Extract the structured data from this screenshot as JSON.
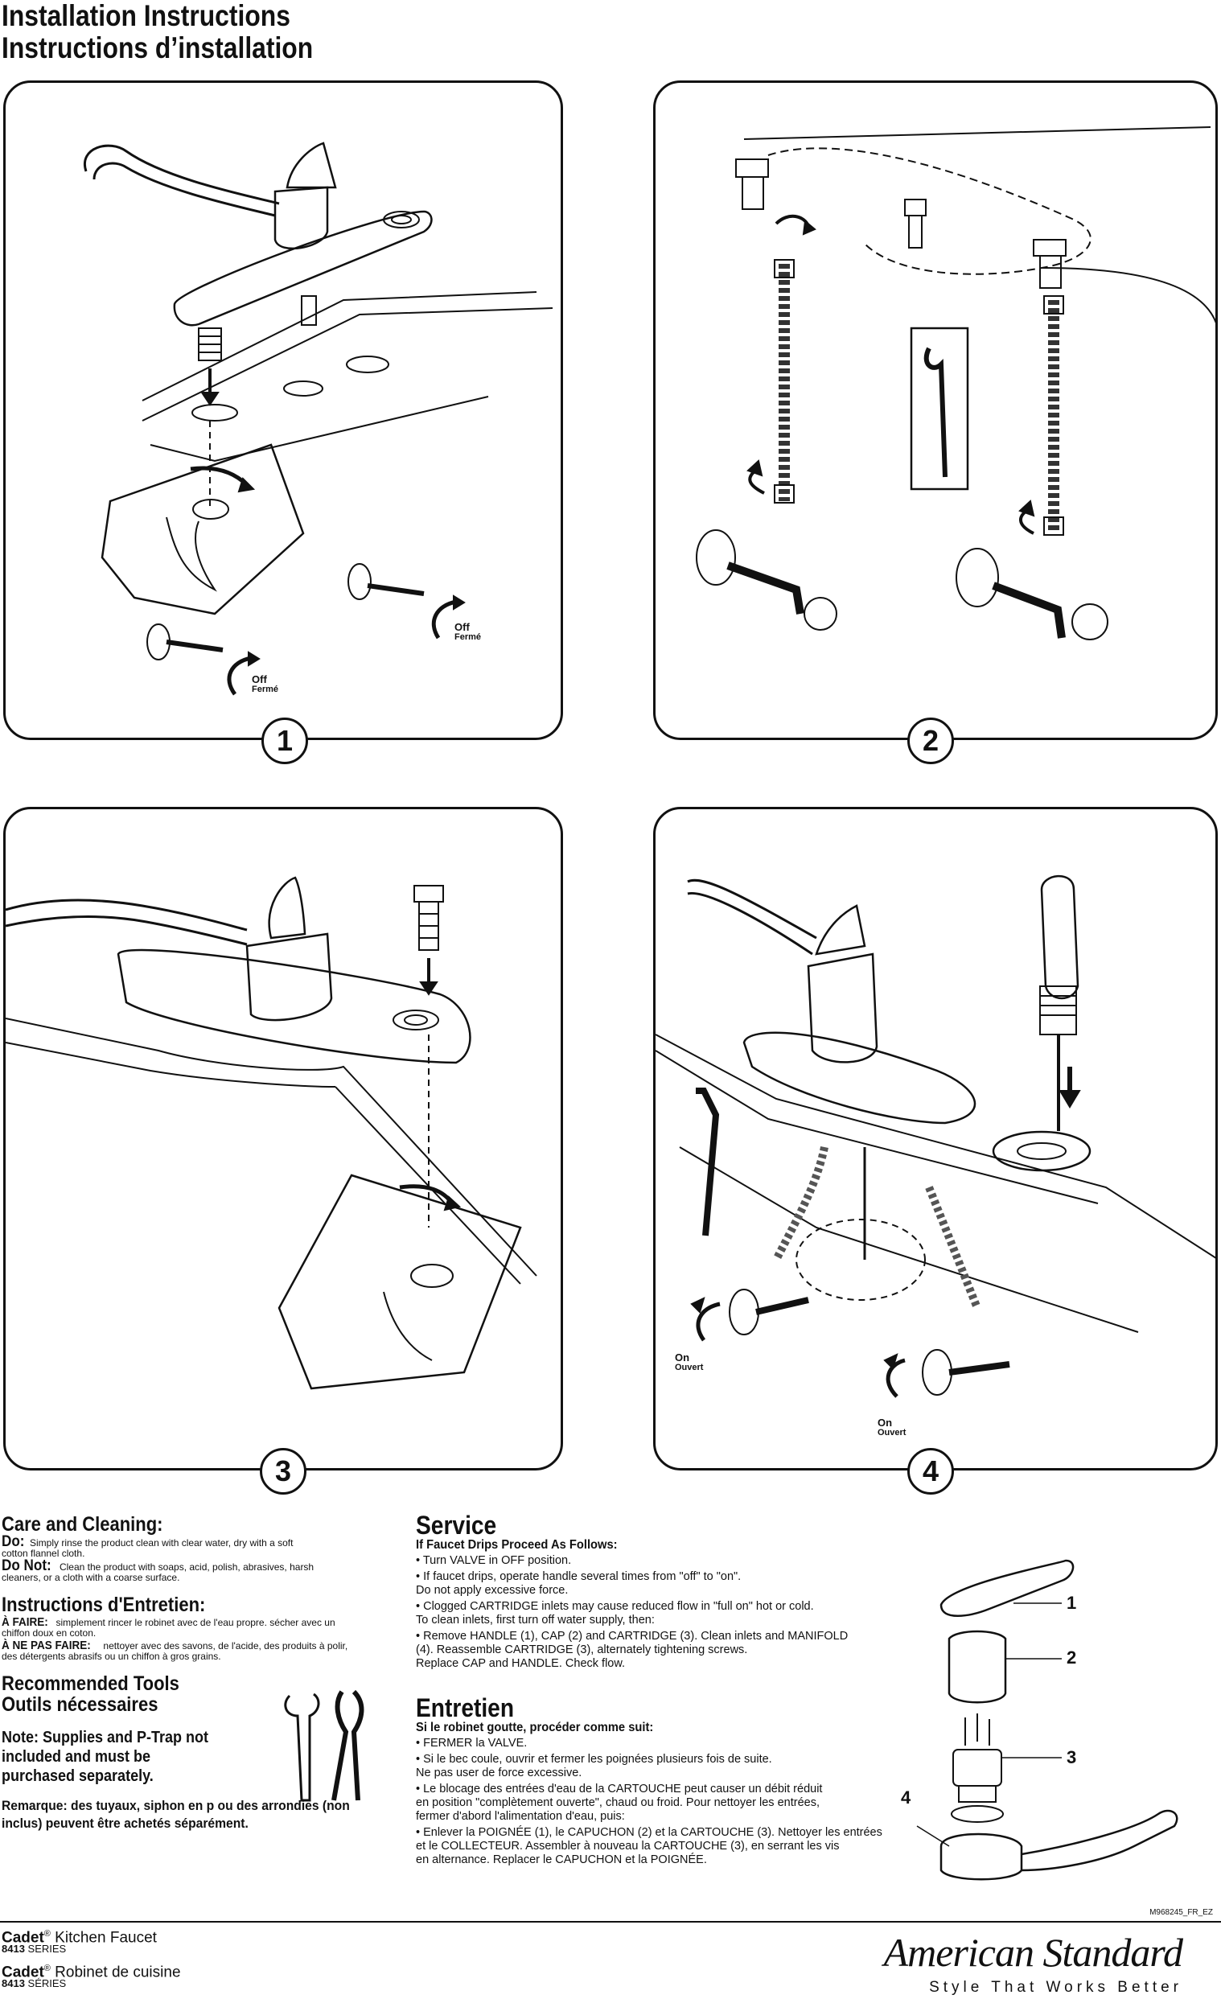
{
  "header": {
    "title_en": "Installation Instructions",
    "title_fr": "Instructions d’installation"
  },
  "steps": [
    {
      "number": "1",
      "callouts": [
        {
          "en": "Off",
          "fr": "Fermé"
        },
        {
          "en": "Off",
          "fr": "Fermé"
        }
      ]
    },
    {
      "number": "2"
    },
    {
      "number": "3"
    },
    {
      "number": "4",
      "callouts": [
        {
          "en": "On",
          "fr": "Ouvert"
        },
        {
          "en": "On",
          "fr": "Ouvert"
        }
      ]
    }
  ],
  "care": {
    "heading_en": "Care and Cleaning:",
    "do_label": "Do:",
    "do_text": "Simply rinse the product clean with clear water, dry with a soft cotton flannel cloth.",
    "dont_label": "Do Not:",
    "dont_text": "Clean the product with soaps, acid, polish, abrasives, harsh cleaners, or a cloth with a coarse surface.",
    "heading_fr": "Instructions d'Entretien:",
    "afaire_label": "À FAIRE:",
    "afaire_text": "simplement rincer le robinet avec de l'eau propre. sécher avec un chiffon doux en coton.",
    "apasfaire_label": "À NE PAS FAIRE:",
    "apasfaire_text": "nettoyer avec des savons, de l'acide, des produits à polir, des détergents abrasifs ou un chiffon à gros grains.",
    "tools_en": "Recommended Tools",
    "tools_fr": "Outils nécessaires",
    "note_en": "Note: Supplies and P-Trap not included and must be purchased separately.",
    "note_fr": "Remarque: des tuyaux, siphon en p ou des arrondies (non inclus) peuvent être achetés séparément."
  },
  "service": {
    "heading": "Service",
    "subheading": "If Faucet Drips Proceed As Follows:",
    "items": [
      "• Turn VALVE in OFF position.",
      "• If faucet drips, operate handle several times from \"off\" to \"on\".\n   Do not apply excessive force.",
      "• Clogged CARTRIDGE inlets may cause reduced flow in \"full on\" hot or cold.\n   To clean inlets, first turn off water supply, then:",
      "• Remove HANDLE (1), CAP (2) and CARTRIDGE (3). Clean inlets and MANIFOLD\n   (4). Reassemble CARTRIDGE (3), alternately tightening screws.\n   Replace CAP and HANDLE. Check flow."
    ]
  },
  "entretien": {
    "heading": "Entretien",
    "subheading": "Si le robinet goutte, procéder comme suit:",
    "items": [
      "• FERMER la VALVE.",
      "• Si le bec coule, ouvrir et fermer les poignées plusieurs fois de suite.\n   Ne pas user de force excessive.",
      "• Le blocage des entrées d'eau de la CARTOUCHE peut causer un débit réduit\n   en position \"complètement ouverte\", chaud ou froid. Pour nettoyer les entrées,\n   fermer d'abord l'alimentation d'eau, puis:",
      "• Enlever la POIGNÉE (1), le CAPUCHON (2) et la CARTOUCHE (3). Nettoyer les entrées\n   et le COLLECTEUR. Assembler à nouveau la CARTOUCHE (3), en serrant les vis\n   en alternance. Replacer le CAPUCHON et la POIGNÉE."
    ]
  },
  "parts": [
    "1",
    "2",
    "3",
    "4"
  ],
  "footer": {
    "doc_code": "M968245_FR_EZ",
    "product_en_name": "Cadet",
    "product_en_reg": "®",
    "product_en_rest": " Kitchen Faucet",
    "series_en_num": "8413",
    "series_en_word": " SERIES",
    "product_fr_name": "Cadet",
    "product_fr_reg": "®",
    "product_fr_rest": " Robinet de cuisine",
    "series_fr_num": "8413",
    "series_fr_word": " SÉRIES",
    "brand": "American Standard",
    "tagline": "Style That Works Better"
  }
}
